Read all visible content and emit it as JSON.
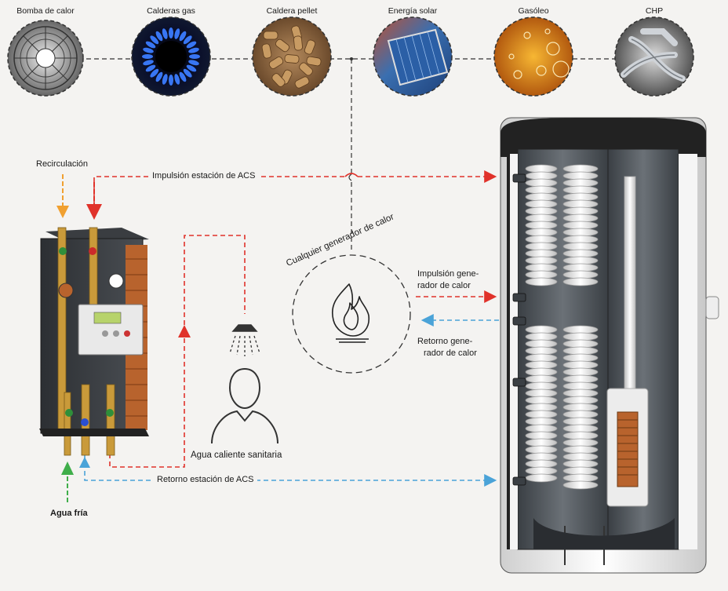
{
  "sources": [
    {
      "label": "Bomba de calor",
      "icon": "heat-pump-fan-icon"
    },
    {
      "label": "Calderas gas",
      "icon": "gas-burner-flame-icon"
    },
    {
      "label": "Caldera pellet",
      "icon": "wood-pellets-icon"
    },
    {
      "label": "Energía solar",
      "icon": "solar-panel-icon"
    },
    {
      "label": "Gasóleo",
      "icon": "oil-bubbles-icon"
    },
    {
      "label": "CHP",
      "icon": "chp-pipes-icon"
    }
  ],
  "labels": {
    "recirculation": "Recirculación",
    "supply_acs": "Impulsión estación de ACS",
    "any_generator": "Cualquier generador de calor",
    "supply_gen_1": "Impulsión gene-",
    "supply_gen_2": "rador de calor",
    "return_gen_1": "Retorno gene-",
    "return_gen_2": "rador de calor",
    "hot_water": "Agua caliente sanitaria",
    "return_acs": "Retorno estación de ACS",
    "cold_water": "Agua fría"
  },
  "colors": {
    "hot": "#e0322a",
    "cold_return": "#4aa3d8",
    "recirculation": "#f0a030",
    "cold_water": "#3fae4a",
    "connector": "#333333"
  }
}
